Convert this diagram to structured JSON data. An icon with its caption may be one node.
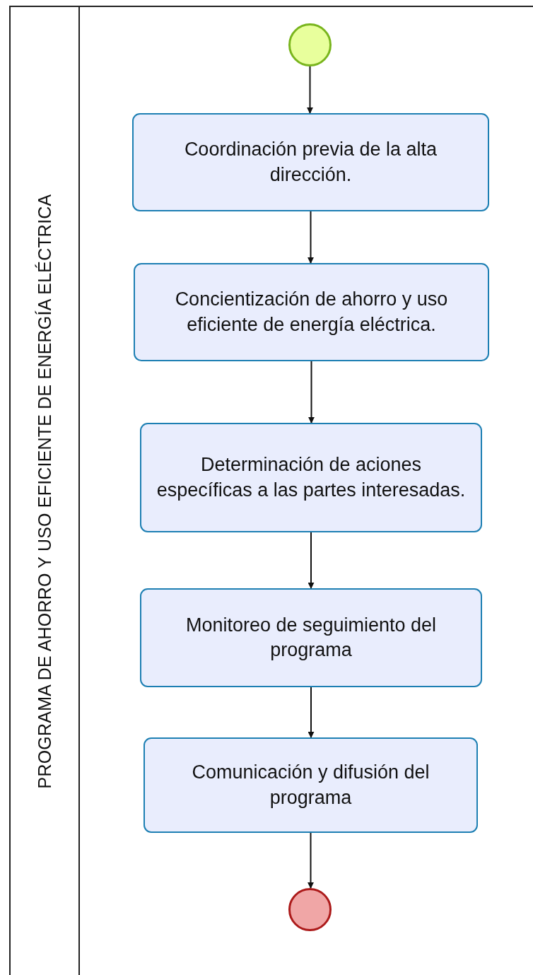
{
  "diagram": {
    "nodes": [
      {
        "text": [
          "PROGRAMA DE AHORRO Y USO EFICIENTE DE ENERGÍA ELÉCTRICA"
        ]
      },
      {
        "text": [],
        "shape": "circle",
        "in": 0
      },
      {
        "text": [
          "Coordinación previa de la alta dirección."
        ],
        "in": 0
      },
      {
        "text": [
          "Concientización de ahorro y uso eficiente de energía eléctrica."
        ],
        "in": 0
      },
      {
        "text": [
          "Determinación de aciones específicas a las partes interesadas."
        ],
        "in": 0
      },
      {
        "text": [
          "Monitoreo de seguimiento del programa"
        ],
        "in": 0
      },
      {
        "text": [
          "Comunicación y difusión del programa"
        ],
        "in": 0
      },
      {
        "text": [],
        "shape": "circle",
        "in": 0
      }
    ],
    "edges": [
      {
        "from": 1,
        "to": 2,
        "arrow": "to"
      },
      {
        "from": 2,
        "to": 3,
        "arrow": "to"
      },
      {
        "from": 3,
        "to": 4,
        "arrow": "to"
      },
      {
        "from": 4,
        "to": 5,
        "arrow": "to"
      },
      {
        "from": 5,
        "to": 6,
        "arrow": "to"
      },
      {
        "from": 6,
        "to": 7,
        "arrow": "to"
      }
    ]
  }
}
